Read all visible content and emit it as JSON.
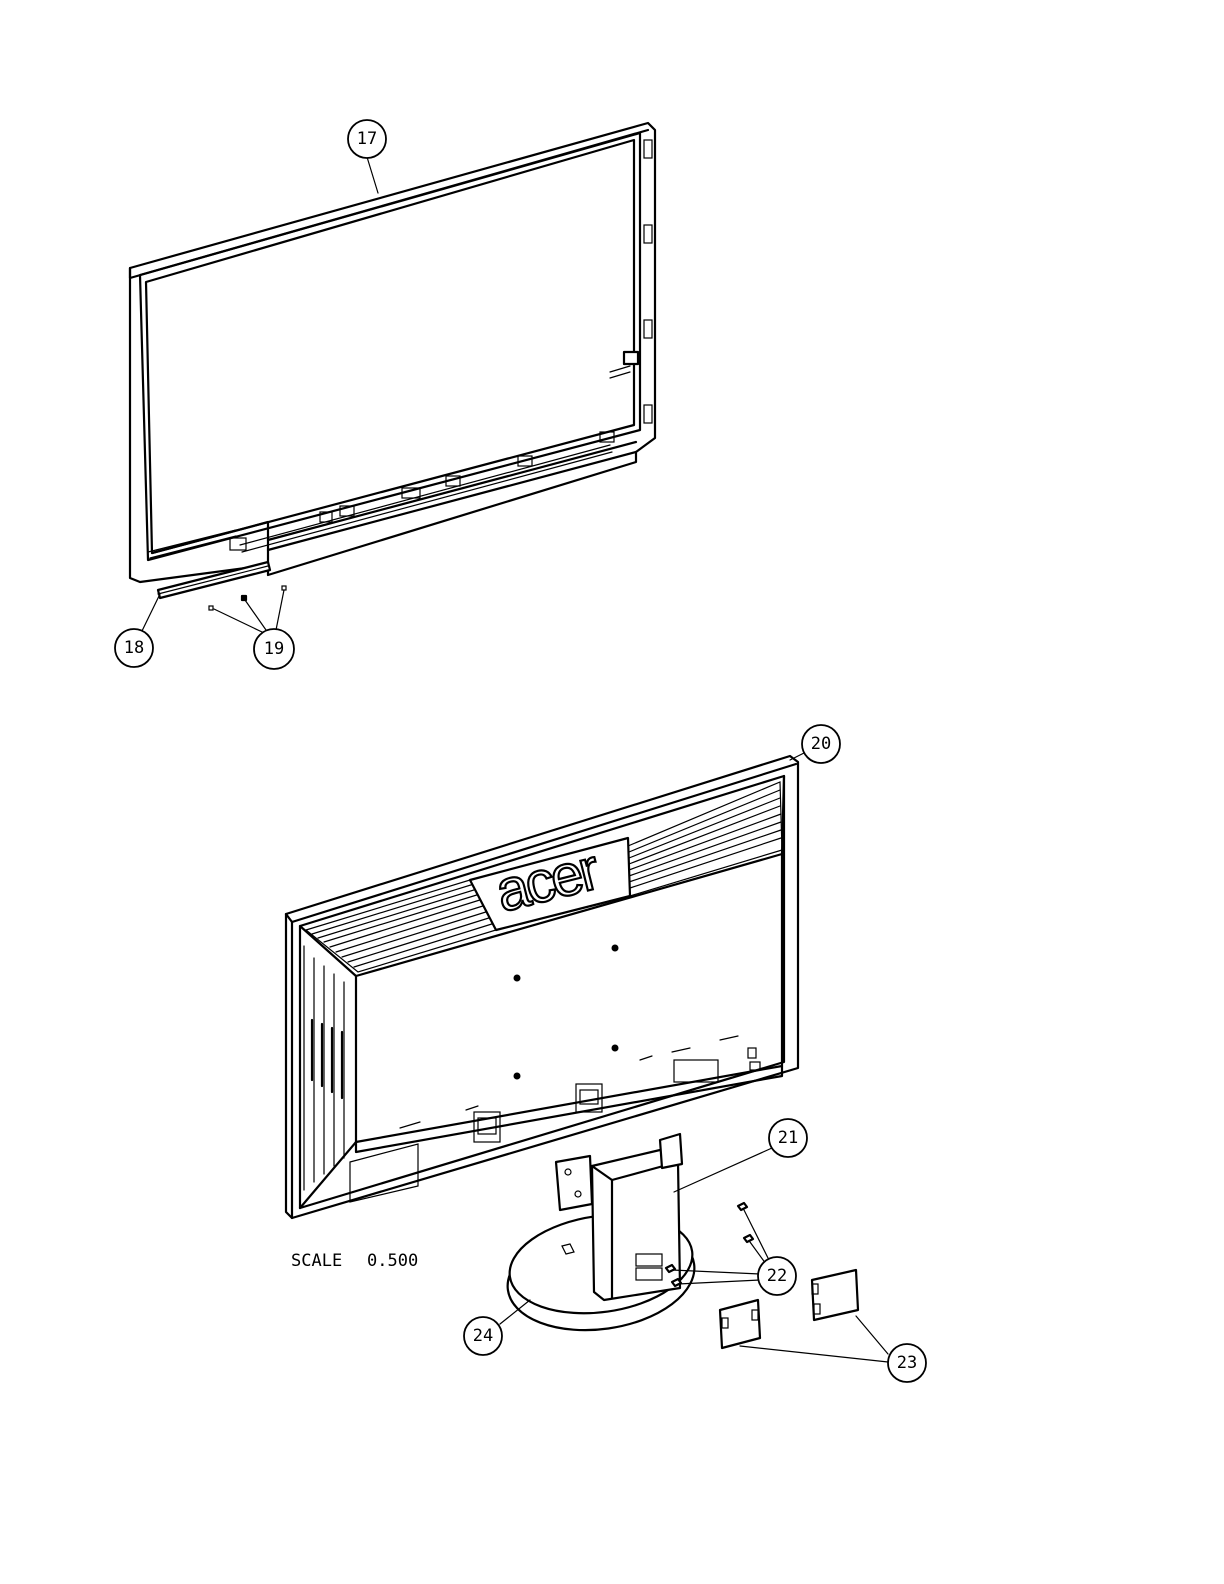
{
  "callouts": [
    {
      "id": "c17",
      "label": "17",
      "part": "front-bezel"
    },
    {
      "id": "c18",
      "label": "18",
      "part": "button-board-bezel"
    },
    {
      "id": "c19",
      "label": "19",
      "part": "screws-upper"
    },
    {
      "id": "c20",
      "label": "20",
      "part": "rear-cover"
    },
    {
      "id": "c21",
      "label": "21",
      "part": "stand-neck"
    },
    {
      "id": "c22",
      "label": "22",
      "part": "screws-stand"
    },
    {
      "id": "c23",
      "label": "23",
      "part": "hinge-covers"
    },
    {
      "id": "c24",
      "label": "24",
      "part": "stand-base"
    }
  ],
  "scale": {
    "label": "SCALE",
    "value": "0.500"
  },
  "logo": {
    "text": "acer"
  }
}
